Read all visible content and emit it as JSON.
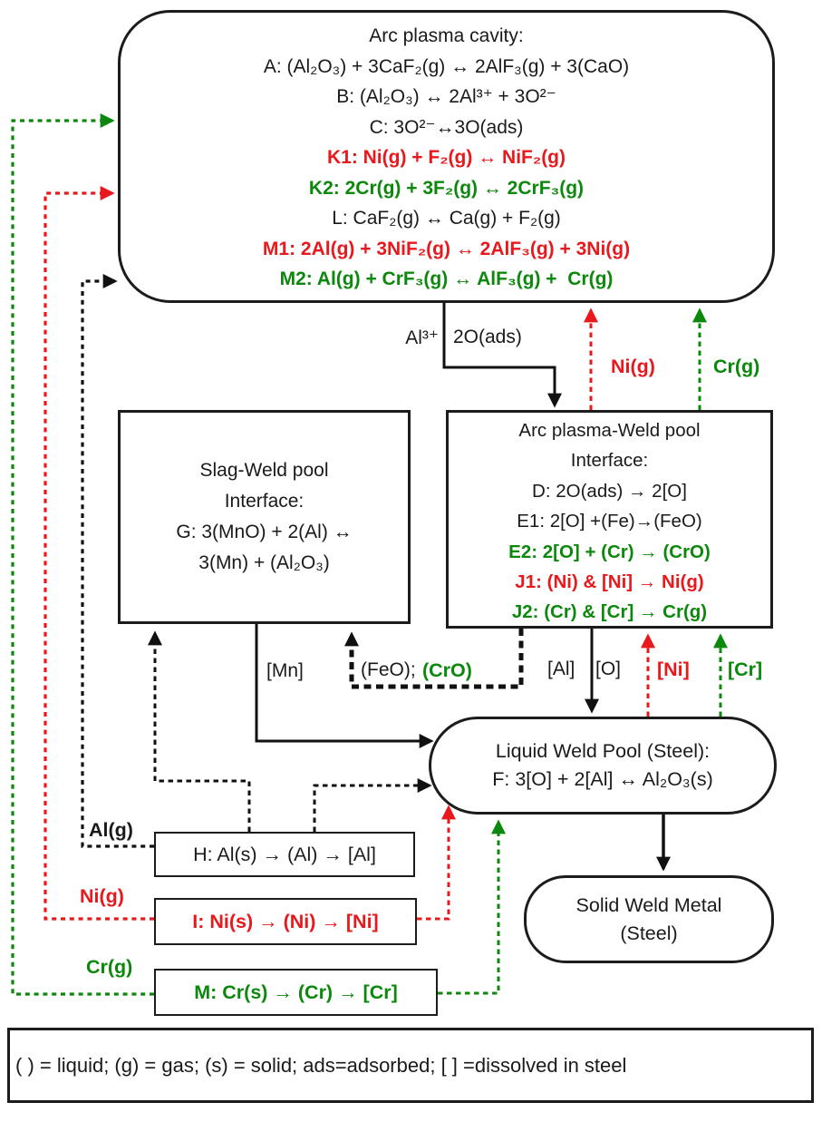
{
  "colors": {
    "red": "#e8191d",
    "green": "#0c880c",
    "black": "#1a1a1a"
  },
  "cavity": {
    "title": "Arc plasma cavity:",
    "lines": [
      {
        "text": "A: (Al₂O₃) + 3CaF₂(g) ↔ 2AlF₃(g) + 3(CaO)",
        "color": "#1a1a1a"
      },
      {
        "text": "B: (Al₂O₃) ↔ 2Al³⁺ + 3O²⁻",
        "color": "#1a1a1a"
      },
      {
        "text": "C: 3O²⁻↔3O(ads)",
        "color": "#1a1a1a"
      },
      {
        "text": "K1: Ni(g) + F₂(g) ↔ NiF₂(g)",
        "color": "#e8191d"
      },
      {
        "text": "K2: 2Cr(g) + 3F₂(g) ↔ 2CrF₃(g)",
        "color": "#0c880c"
      },
      {
        "text": "L: CaF₂(g) ↔ Ca(g) + F₂(g)",
        "color": "#1a1a1a"
      },
      {
        "text": "M1: 2Al(g) + 3NiF₂(g) ↔ 2AlF₃(g) + 3Ni(g)",
        "color": "#e8191d"
      },
      {
        "text": "M2: Al(g) + CrF₃(g) ↔ AlF₃(g) +  Cr(g)",
        "color": "#0c880c"
      }
    ]
  },
  "slag": {
    "lines": [
      {
        "text": "Slag-Weld pool",
        "color": "#1a1a1a"
      },
      {
        "text": "Interface:",
        "color": "#1a1a1a"
      },
      {
        "text": "G: 3(MnO) + 2(Al) ↔",
        "color": "#1a1a1a"
      },
      {
        "text": "3(Mn) + (Al₂O₃)",
        "color": "#1a1a1a"
      }
    ]
  },
  "interface_box": {
    "lines": [
      {
        "text": "Arc plasma-Weld pool",
        "color": "#1a1a1a"
      },
      {
        "text": "Interface:",
        "color": "#1a1a1a"
      },
      {
        "text": "D: 2O(ads) → 2[O]",
        "color": "#1a1a1a"
      },
      {
        "text": "E1: 2[O] +(Fe)→(FeO)",
        "color": "#1a1a1a"
      },
      {
        "text": "E2: 2[O] + (Cr) → (CrO)",
        "color": "#0c880c"
      },
      {
        "text": "J1: (Ni) & [Ni] → Ni(g)",
        "color": "#e8191d"
      },
      {
        "text": "J2: (Cr) & [Cr] → Cr(g)",
        "color": "#0c880c"
      }
    ]
  },
  "pool": {
    "lines": [
      {
        "text": "Liquid Weld Pool (Steel):",
        "color": "#1a1a1a"
      },
      {
        "text": "F: 3[O] + 2[Al] ↔ Al₂O₃(s)",
        "color": "#1a1a1a"
      }
    ]
  },
  "solid_weld_metal": {
    "lines": [
      {
        "text": "Solid Weld Metal",
        "color": "#1a1a1a"
      },
      {
        "text": "(Steel)",
        "color": "#1a1a1a"
      }
    ]
  },
  "h_box": {
    "text": "H: Al(s) → (Al) → [Al]",
    "color": "#1a1a1a"
  },
  "i_box": {
    "text": "I: Ni(s) → (Ni) → [Ni]",
    "color": "#e8191d"
  },
  "m_box": {
    "text": "M: Cr(s) → (Cr) → [Cr]",
    "color": "#0c880c"
  },
  "labels": {
    "al3plus": "Al³⁺",
    "o_ads": "2O(ads)",
    "ni_gas_mid": "Ni(g)",
    "cr_gas_mid": "Cr(g)",
    "mn": "[Mn]",
    "feo": "(FeO);",
    "cro": "(CrO)",
    "al": "[Al]",
    "o": "[O]",
    "ni": "[Ni]",
    "cr": "[Cr]",
    "al_gas": "Al(g)",
    "ni_gas": "Ni(g)",
    "cr_gas": "Cr(g)"
  },
  "legend": {
    "text": "( ) = liquid; (g) = gas; (s) = solid; ads=adsorbed; [ ] =dissolved in steel"
  }
}
